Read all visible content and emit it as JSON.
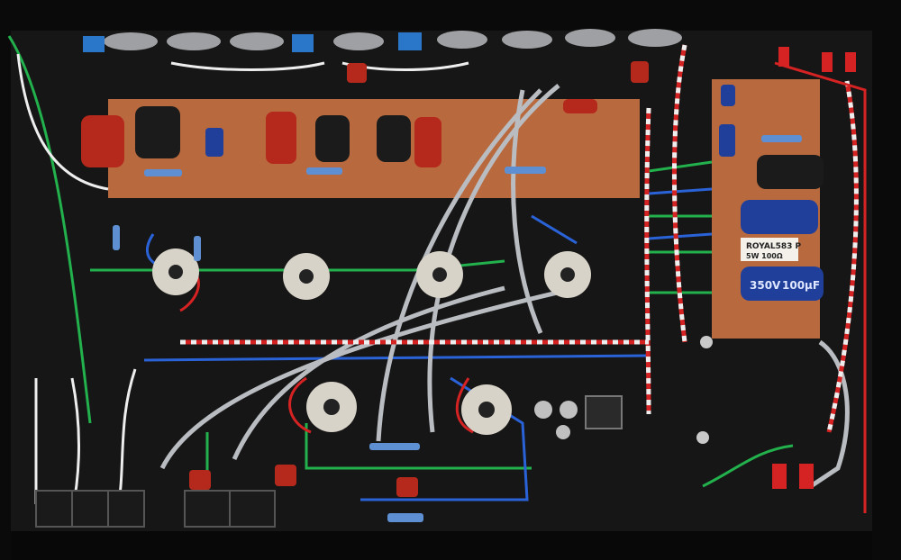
{
  "colors": {
    "chassis": "#161616",
    "board": "#b86a3e",
    "wire_green": "#22b14c",
    "wire_blue": "#2a62d8",
    "wire_grey": "#b9bcc0",
    "wire_white": "#eeeeee",
    "wire_red": "#d52222",
    "cap_film": "#b5281c",
    "cap_elec_blue": "#1f3f9a",
    "cap_elec_black": "#1b1b1b",
    "pot_blue": "#2a77c9"
  },
  "components": {
    "power_resistor_text": "ROYAL583 P",
    "power_resistor_subtext": "5W 100Ω",
    "cap_text_1": "350V",
    "cap_text_2": "100μF"
  }
}
